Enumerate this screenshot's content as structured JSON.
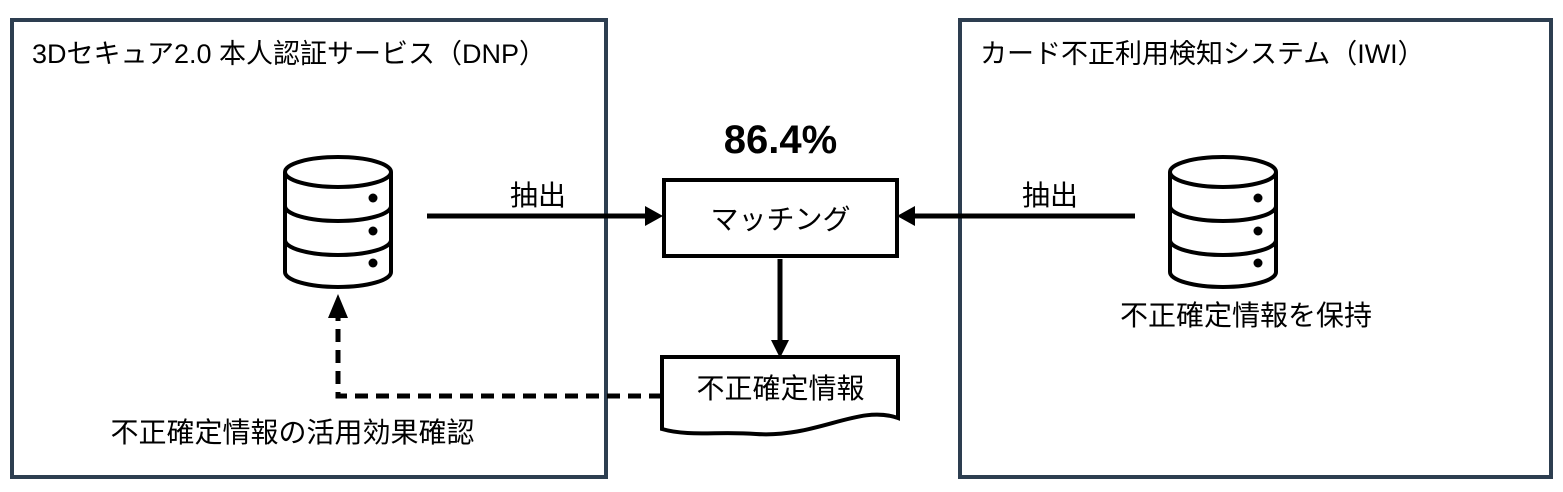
{
  "diagram": {
    "left_panel": {
      "title": "3Dセキュア2.0 本人認証サービス（DNP）",
      "database_icon": "database-icon",
      "feedback_arrow_label": "不正確定情報の活用効果確認"
    },
    "right_panel": {
      "title": "カード不正利用検知システム（IWI）",
      "database_icon": "database-icon",
      "database_caption": "不正確定情報を保持"
    },
    "center": {
      "match_rate": "86.4%",
      "process_label": "マッチング",
      "extract_left_label": "抽出",
      "extract_right_label": "抽出",
      "document_label": "不正確定情報"
    },
    "colors": {
      "panel_border": "#2d3e50",
      "shape_stroke": "#000000",
      "text": "#000000",
      "background": "#ffffff"
    }
  }
}
